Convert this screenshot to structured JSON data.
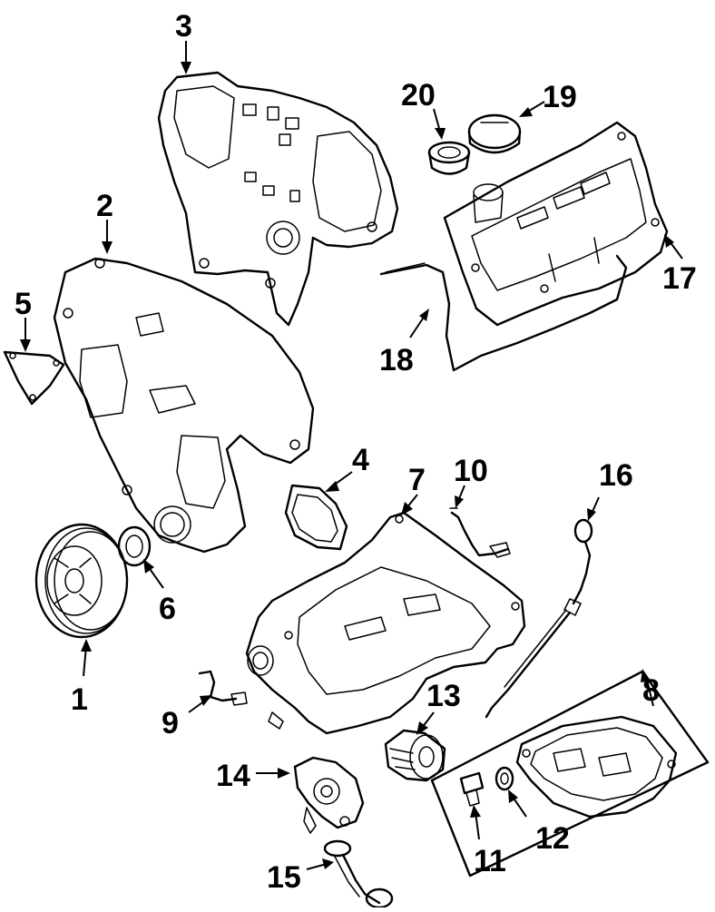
{
  "callouts": [
    {
      "num": "1"
    },
    {
      "num": "2"
    },
    {
      "num": "3"
    },
    {
      "num": "4"
    },
    {
      "num": "5"
    },
    {
      "num": "6"
    },
    {
      "num": "7"
    },
    {
      "num": "8"
    },
    {
      "num": "9"
    },
    {
      "num": "10"
    },
    {
      "num": "11"
    },
    {
      "num": "12"
    },
    {
      "num": "13"
    },
    {
      "num": "14"
    },
    {
      "num": "15"
    },
    {
      "num": "16"
    },
    {
      "num": "17"
    },
    {
      "num": "18"
    },
    {
      "num": "19"
    },
    {
      "num": "20"
    }
  ]
}
